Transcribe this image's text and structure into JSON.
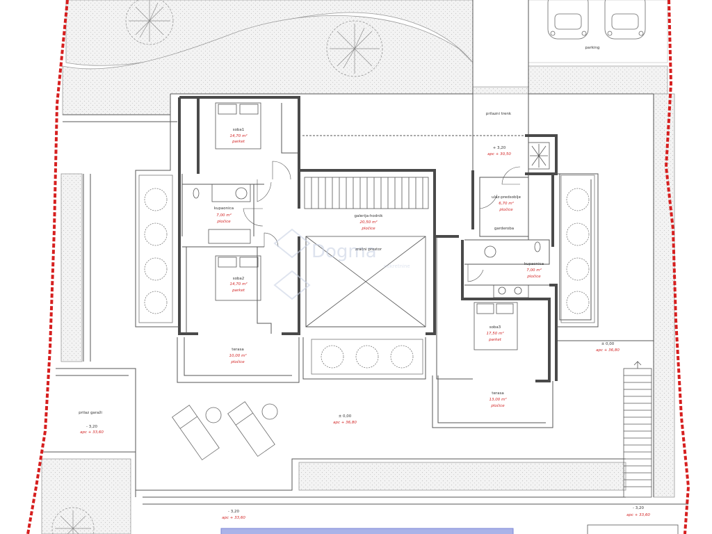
{
  "colors": {
    "boundary": "#d61f1f",
    "wall": "#4a4a4a",
    "area_text": "#d22222",
    "pool": "#7b86d6",
    "hatch": "#bdbdbd"
  },
  "labels": {
    "parking": "parking",
    "entrance": "prilazni trenk",
    "entrance_level": "+ 3,20",
    "entrance_abs": "apс + 30,50",
    "bedroom_top": {
      "name": "soba1",
      "area": "14,70 m²",
      "floor": "parket"
    },
    "bathroom_left": {
      "name": "kupaonica",
      "area": "7,00 m²",
      "floor": "pločice"
    },
    "bedroom_mid": {
      "name": "soba2",
      "area": "14,70 m²",
      "floor": "parket"
    },
    "corridor": {
      "name": "galerija-hodnik",
      "area": "20,50 m²",
      "floor": "pločice"
    },
    "void": "zračni prostor",
    "entry_hall": {
      "name": "ulaz-predsoblje",
      "area": "6,70 m²",
      "floor": "pločice"
    },
    "wardrobe": "garderoba",
    "bathroom_right": {
      "name": "kupaonica",
      "area": "7,00 m²",
      "floor": "pločice"
    },
    "bedroom_right": {
      "name": "soba3",
      "area": "17,50 m²",
      "floor": "parket"
    },
    "terrace_left": {
      "name": "terasa",
      "area": "10,00 m²",
      "floor": "pločice"
    },
    "terrace_right": {
      "name": "terasa",
      "area": "13,00 m²",
      "floor": "pločice"
    },
    "level_right": "± 0,00",
    "level_right_abs": "apс + 36,80",
    "level_center": "± 0,00",
    "level_center_abs": "apс + 36,80",
    "garden": "prilaz garaži",
    "garden_level": "- 3,20",
    "garden_abs": "apс + 33,60",
    "bottom_left_level": "- 3,20",
    "bottom_left_abs": "apс + 33,60",
    "bottom_right_level": "- 3,20",
    "bottom_right_abs": "apс + 33,60"
  },
  "watermark": {
    "text": "Dogma",
    "sub": "nekretnine"
  }
}
